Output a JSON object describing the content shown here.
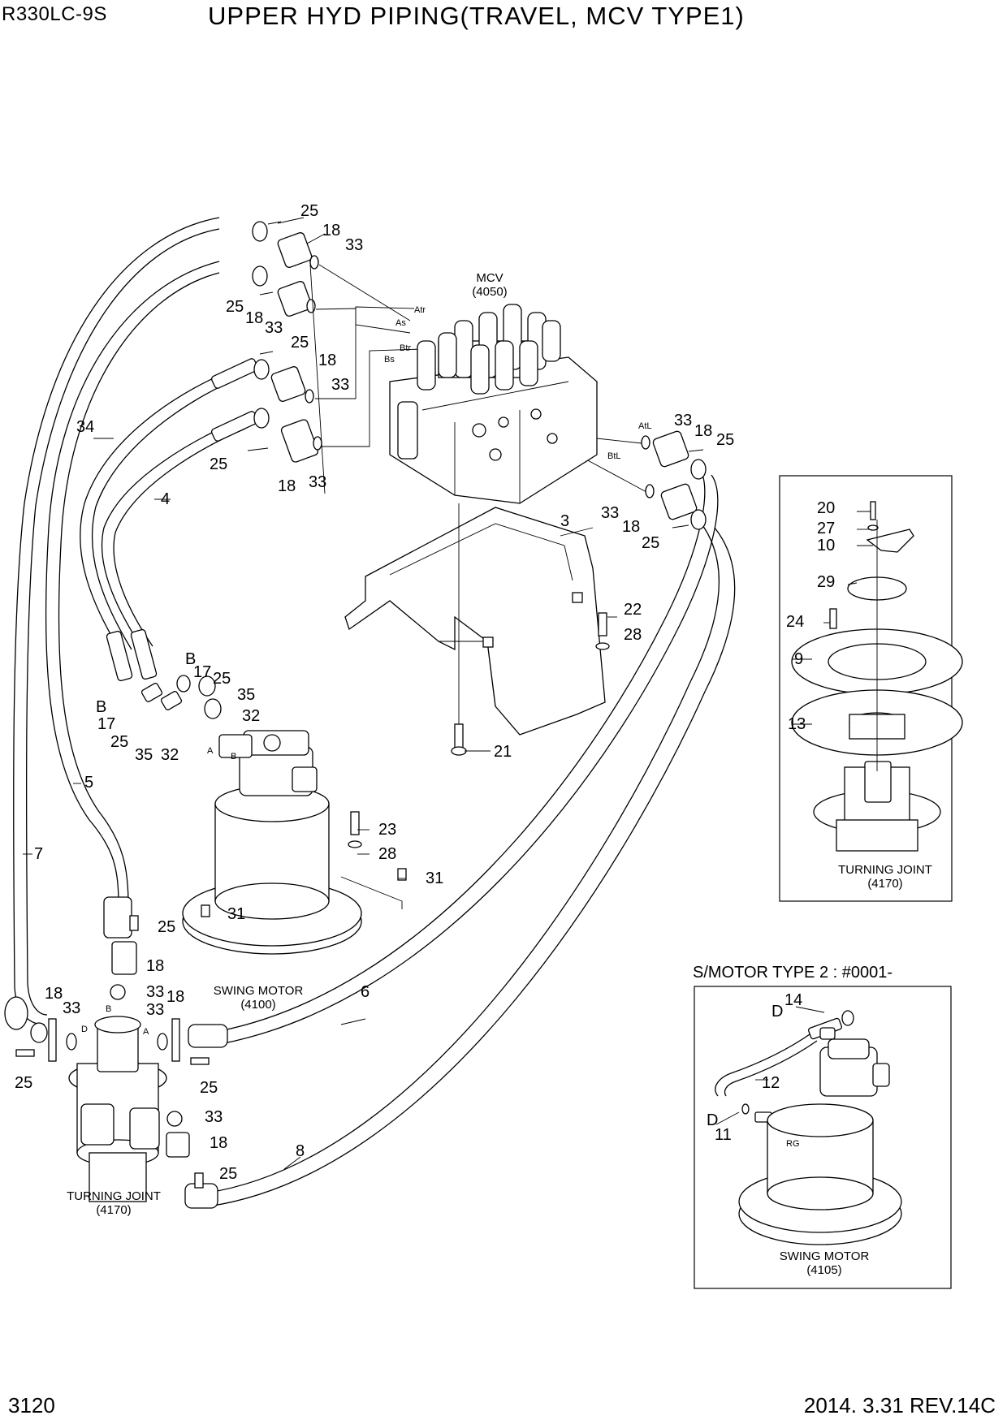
{
  "header": {
    "model": "R330LC-9S",
    "title": "UPPER HYD PIPING(TRAVEL, MCV TYPE1)"
  },
  "footer": {
    "page_number": "3120",
    "revision": "2014. 3.31  REV.14C"
  },
  "components": {
    "mcv": {
      "name": "MCV",
      "code": "(4050)"
    },
    "swing_motor": {
      "name": "SWING MOTOR",
      "code": "(4100)"
    },
    "turning_joint": {
      "name": "TURNING JOINT",
      "code": "(4170)"
    },
    "turning_joint_inset": {
      "name": "TURNING JOINT",
      "code": "(4170)"
    },
    "swing_motor_type2": {
      "name": "SWING MOTOR",
      "code": "(4105)"
    }
  },
  "inset_type2": {
    "title": "S/MOTOR TYPE 2 : #0001-"
  },
  "port_labels": [
    "Atr",
    "As",
    "Btr",
    "Bs",
    "AtL",
    "BtL",
    "B",
    "A",
    "D",
    "RG"
  ],
  "callouts": {
    "c25a": "25",
    "c18a": "18",
    "c33a": "33",
    "c25b": "25",
    "c18b": "18",
    "c33b": "33",
    "c25c": "25",
    "c18c": "18",
    "c33c": "33",
    "c25d": "25",
    "c18d": "18",
    "c33d": "33",
    "c34": "34",
    "c4": "4",
    "c33e": "33",
    "c18e": "18",
    "c25e": "25",
    "c33f": "33",
    "c18f": "18",
    "c25f": "25",
    "c3": "3",
    "c22": "22",
    "c28a": "28",
    "c21": "21",
    "cB1": "B",
    "c17a": "17",
    "c25g": "25",
    "c35a": "35",
    "c32a": "32",
    "cB2": "B",
    "c17b": "17",
    "c25h": "25",
    "c35b": "35",
    "c32b": "32",
    "c5": "5",
    "c7": "7",
    "c23": "23",
    "c28b": "28",
    "c31a": "31",
    "c31b": "31",
    "c25i": "25",
    "c18g": "18",
    "c33g": "33",
    "c18h": "18",
    "c33h": "33",
    "c18i": "18",
    "c33i": "33",
    "c25j": "25",
    "c25k": "25",
    "c6": "6",
    "c33j": "33",
    "c18j": "18",
    "c25l": "25",
    "c8": "8",
    "c20": "20",
    "c27": "27",
    "c10": "10",
    "c29": "29",
    "c24": "24",
    "c9": "9",
    "c13": "13",
    "c14": "14",
    "cD1": "D",
    "c12": "12",
    "cD2": "D",
    "c11": "11"
  }
}
